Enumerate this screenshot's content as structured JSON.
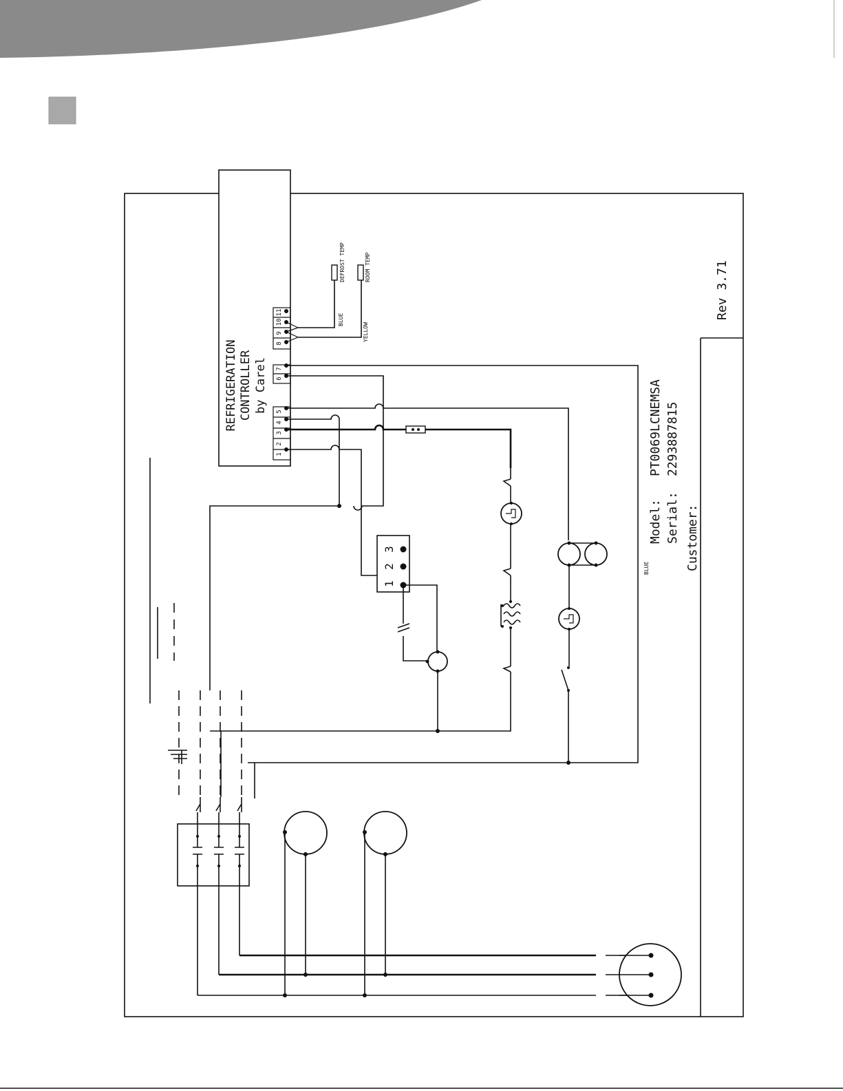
{
  "controller": {
    "title_line1": "REFRIGERATION",
    "title_line2": "CONTROLLER",
    "title_line3": "by Carel",
    "terminals_a": [
      "1",
      "2",
      "3",
      "4",
      "5"
    ],
    "terminals_b": [
      "6",
      "7"
    ],
    "terminals_c": [
      "8",
      "9",
      "10",
      "11"
    ]
  },
  "sensors": {
    "defrost": "DEFROST TEMP",
    "room": "ROOM TEMP",
    "wire_blue": "BLUE",
    "wire_yellow": "YELLOW"
  },
  "relay": {
    "pins": [
      "1",
      "2",
      "3"
    ]
  },
  "misc_label": "BLUE",
  "title_block": {
    "model_label": "Model:",
    "model_value": "PT0069LCNEMSA",
    "serial_label": "Serial:",
    "serial_value": "2293887815",
    "customer_label": "Customer:",
    "revision": "Rev 3.71"
  },
  "colors": {
    "header_band": "#8a8a8a",
    "bullet_square": "#a8a8a8",
    "ink": "#111111"
  }
}
